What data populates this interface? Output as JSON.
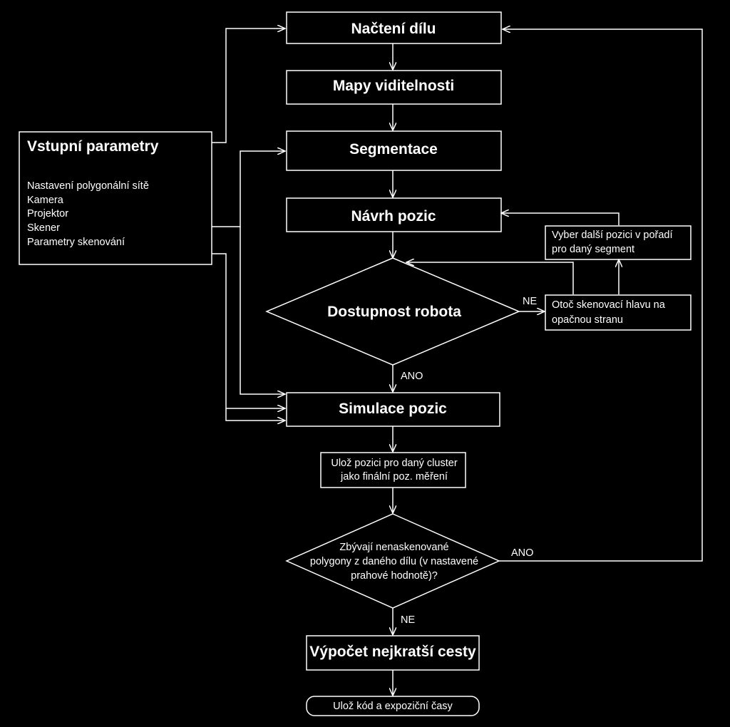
{
  "nodes": {
    "nacteni": "Načtení dílu",
    "mapy": "Mapy viditelnosti",
    "segmentace": "Segmentace",
    "navrh": "Návrh pozic",
    "dostupnost": "Dostupnost robota",
    "simulace": "Simulace pozic",
    "uloz_pozici": [
      "Ulož pozici pro daný cluster",
      "jako finální poz. měření"
    ],
    "zbyvaji": [
      "Zbývají nenaskenované",
      "polygony z daného dílu (v nastavené",
      "prahové hodnotě)?"
    ],
    "vypocet": "Výpočet nejkratší cesty",
    "uloz_kod": "Ulož kód a expoziční časy",
    "vyber": [
      "Vyber další pozici v pořadí",
      "pro daný segment"
    ],
    "otoc": [
      "Otoč skenovací hlavu na",
      "opačnou stranu"
    ]
  },
  "inputs": {
    "title": "Vstupní parametry",
    "items": [
      "Nastavení polygonální sítě",
      "Kamera",
      "Projektor",
      "Skener",
      "Parametry skenování"
    ]
  },
  "edge_labels": {
    "ne_dostupnost": "NE",
    "ano_dostupnost": "ANO",
    "ano_zbyvaji": "ANO",
    "ne_zbyvaji": "NE"
  }
}
